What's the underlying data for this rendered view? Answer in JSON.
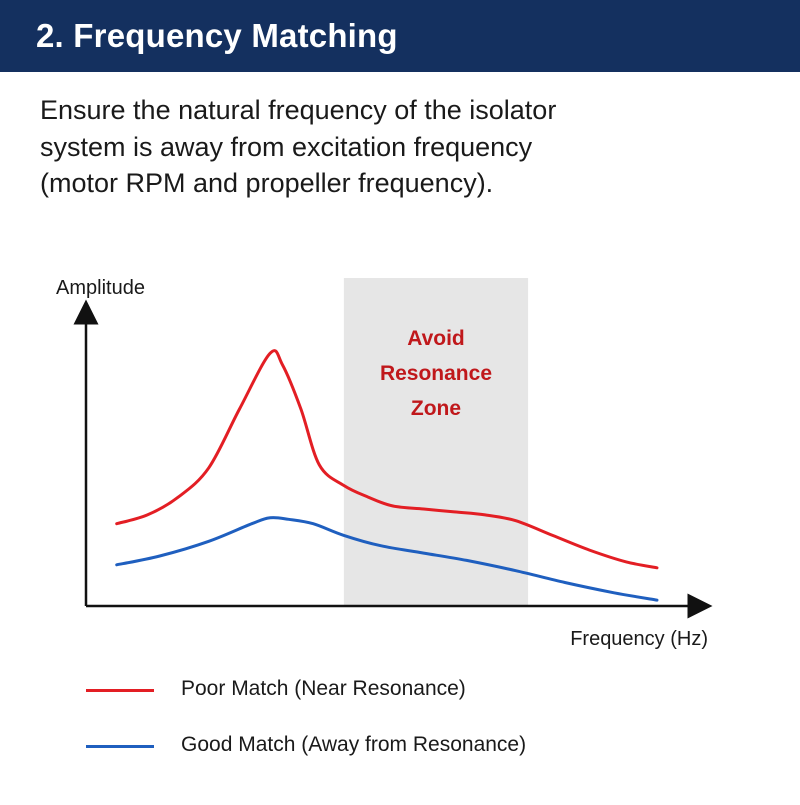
{
  "header": {
    "title": "2. Frequency Matching",
    "background_color": "#14305f"
  },
  "description": "Ensure the natural frequency of the isolator system is away from excitation frequency (motor RPM and propeller frequency).",
  "chart_data": {
    "type": "line",
    "xlabel": "Frequency (Hz)",
    "ylabel": "Amplitude",
    "grid": false,
    "xlim": [
      0,
      100
    ],
    "ylim": [
      0,
      100
    ],
    "annotation": {
      "text_lines": [
        "Avoid",
        "Resonance",
        "Zone"
      ],
      "x_range": [
        42,
        72
      ],
      "fill_color": "#e6e6e6",
      "text_color": "#c0181b"
    },
    "series": [
      {
        "name": "Poor Match (Near Resonance)",
        "color": "#e31e24",
        "x": [
          5,
          10,
          15,
          20,
          25,
          30,
          32,
          35,
          38,
          42,
          46,
          50,
          55,
          60,
          65,
          70,
          76,
          82,
          88,
          93
        ],
        "y": [
          28,
          31,
          37,
          47,
          67,
          86,
          82,
          67,
          48,
          41,
          37,
          34,
          33,
          32,
          31,
          29,
          24,
          19,
          15,
          13
        ]
      },
      {
        "name": "Good Match (Away from Resonance)",
        "color": "#1f5fbf",
        "x": [
          5,
          12,
          20,
          27,
          30,
          33,
          37,
          42,
          48,
          55,
          62,
          70,
          78,
          86,
          93
        ],
        "y": [
          14,
          17,
          22,
          28,
          30,
          29.5,
          28,
          24,
          20.5,
          18,
          15.5,
          12,
          8,
          4.5,
          2
        ]
      }
    ]
  },
  "legend": [
    {
      "label": "Poor Match (Near Resonance)",
      "color": "#e31e24"
    },
    {
      "label": "Good Match (Away from Resonance)",
      "color": "#1f5fbf"
    }
  ]
}
